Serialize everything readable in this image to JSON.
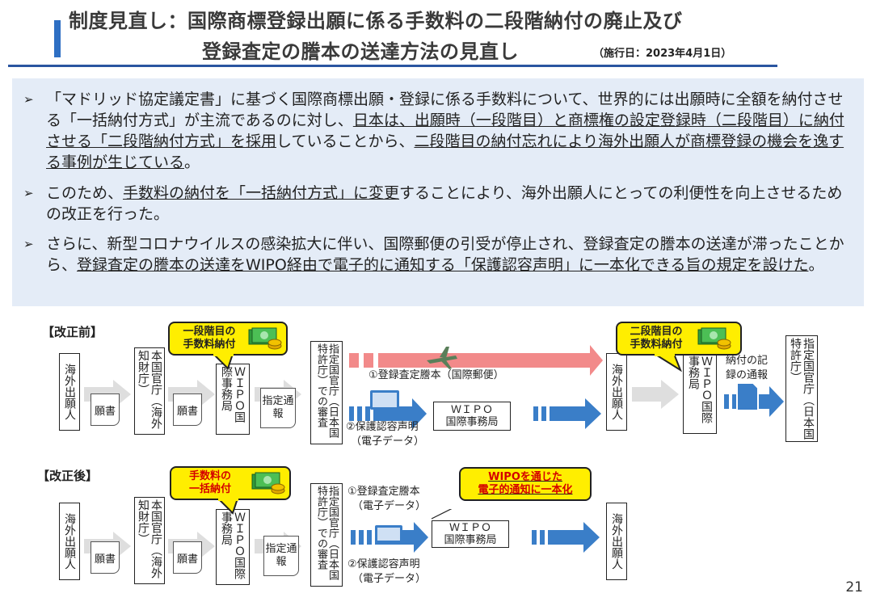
{
  "header": {
    "title_line1": "制度見直し：国際商標登録出願に係る手数料の二段階納付の廃止及び",
    "title_line2": "登録査定の謄本の送達方法の見直し",
    "date": "（施行日：2023年4月1日）"
  },
  "summary": {
    "bullet_marker": "➢",
    "b1_p1": "「マドリッド協定議定書」に基づく国際商標出願・登録に係る手数料について、世界的には出願時に全額を納付させる「一括納付方式」が主流であるのに対し、",
    "b1_u1": "日本は、出願時（一段階目）と商標権の設定登録時（二段階目）に納付させる「二段階納付方式」を採用",
    "b1_p2": "していることから、",
    "b1_u2": "二段階目の納付忘れにより海外出願人が商標登録の機会を逸する事例が生じている",
    "b1_p3": "。",
    "b2_p1": "このため、",
    "b2_u1": "手数料の納付を「一括納付方式」に変更",
    "b2_p2": "することにより、海外出願人にとっての利便性を向上させるための改正を行った。",
    "b3_p1": "さらに、新型コロナウイルスの感染拡大に伴い、国際郵便の引受が停止され、登録査定の謄本の送達が滞ったことから、",
    "b3_u1": "登録査定の謄本の送達をWIPO経由で電子的に通知する「保護認容声明」に一本化できる旨の規定を設けた",
    "b3_p2": "。"
  },
  "before": {
    "label": "【改正前】",
    "applicant": "海外出願人",
    "doc_gansho": "願書",
    "office": "本国官庁（海外知財庁）",
    "doc_gansho2": "願書",
    "wipo": "ＷＩＰＯ国際事務局",
    "doc_notice": "指定通報",
    "designated": "指定国官庁（日本国特許庁）での審査",
    "route1": "①登録査定謄本（国際郵便）",
    "route2_line1": "②保護認容声明",
    "route2_line2": "（電子データ）",
    "wipo_mid_line1": "ＷＩＰＯ",
    "wipo_mid_line2": "国際事務局",
    "applicant2": "海外出願人",
    "wipo2": "ＷＩＰＯ国際事務局",
    "notice_line1": "納付の記",
    "notice_line2": "録の通報",
    "designated2": "指定国官庁（日本国特許庁）",
    "callout1_line1": "一段階目の",
    "callout1_line2": "手数料納付",
    "callout2_line1": "二段階目の",
    "callout2_line2": "手数料納付"
  },
  "after": {
    "label": "【改正後】",
    "applicant": "海外出願人",
    "doc_gansho": "願書",
    "office": "本国官庁（海外知財庁）",
    "doc_gansho2": "願書",
    "wipo": "ＷＩＰＯ国際事務局",
    "doc_notice": "指定通報",
    "designated": "指定国官庁（日本国特許庁）での審査",
    "route1_line1": "①登録査定謄本",
    "route1_line2": "（電子データ）",
    "route2_line1": "②保護認容声明",
    "route2_line2": "（電子データ）",
    "wipo_mid_line1": "ＷＩＰＯ",
    "wipo_mid_line2": "国際事務局",
    "applicant2": "海外出願人",
    "callout1_line1": "手数料の",
    "callout1_line2": "一括納付",
    "callout2_line1": "WIPOを通じた",
    "callout2_line2": "電子的通知に一本化"
  },
  "colors": {
    "accent_blue": "#2e6fc3",
    "arrow_blue": "#3a7ec8",
    "arrow_red": "#f28a8a",
    "callout_yellow": "#ffee00",
    "summary_bg": "#e4ecf7"
  },
  "page_number": "21"
}
